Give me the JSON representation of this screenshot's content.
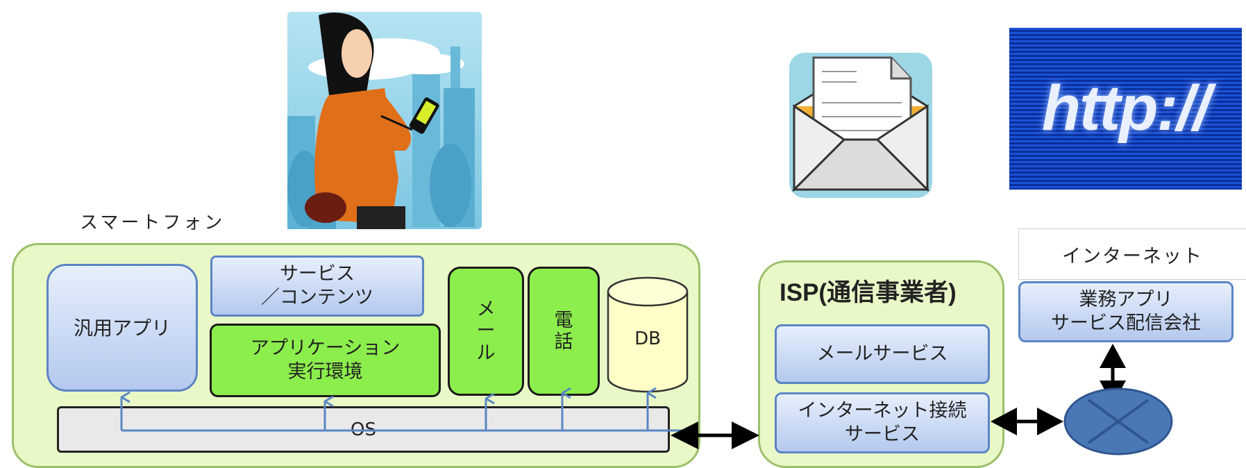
{
  "smartphone": {
    "caption": "スマートフォン",
    "generic_app": "汎用アプリ",
    "service_contents": "サービス\n／コンテンツ",
    "app_runtime": "アプリケーション\n実行環境",
    "mail": "メ\nー\nル",
    "phone": "電\n話",
    "db": "DB",
    "os": "OS"
  },
  "isp": {
    "title": "ISP(通信事業者)",
    "mail_service": "メールサービス",
    "internet_service": "インターネット接続\nサービス"
  },
  "internet": {
    "label": "インターネット",
    "business_app": "業務アプリ\nサービス配信会社"
  },
  "images": {
    "http_text": "http://"
  },
  "colors": {
    "phone_frame_fill": "#e9f8c7",
    "phone_frame_border": "#9bc06a",
    "blue_box_border": "#5c84c4",
    "green_box_fill": "#8cee4c",
    "db_fill": "#ffffc7",
    "router_fill": "#4a77b5",
    "connector_line": "#5b86c3"
  }
}
